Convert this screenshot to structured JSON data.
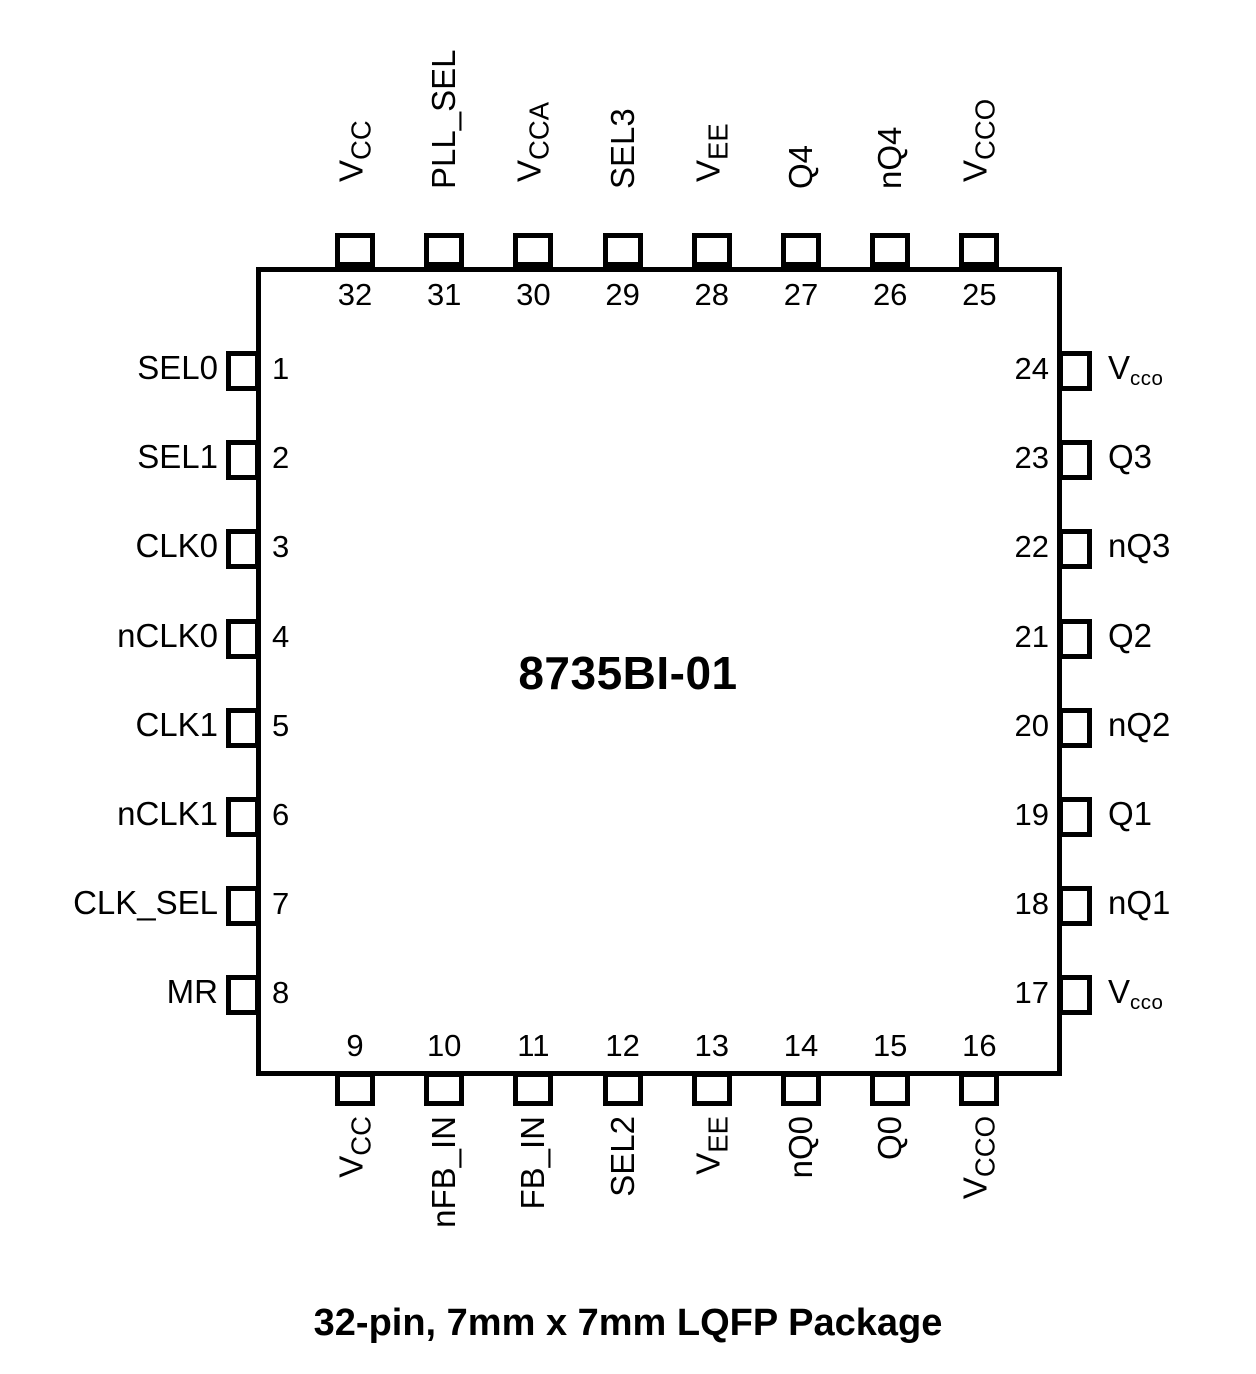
{
  "diagram": {
    "part_number": "8735BI-01",
    "caption": "32-pin, 7mm x 7mm LQFP Package"
  },
  "colors": {
    "outline": "#000000",
    "text": "#000000",
    "background": "#ffffff"
  },
  "pins": {
    "left": [
      {
        "number": "1",
        "label": "SEL0",
        "sub": ""
      },
      {
        "number": "2",
        "label": "SEL1",
        "sub": ""
      },
      {
        "number": "3",
        "label": "CLK0",
        "sub": ""
      },
      {
        "number": "4",
        "label": "nCLK0",
        "sub": ""
      },
      {
        "number": "5",
        "label": "CLK1",
        "sub": ""
      },
      {
        "number": "6",
        "label": "nCLK1",
        "sub": ""
      },
      {
        "number": "7",
        "label": "CLK_SEL",
        "sub": ""
      },
      {
        "number": "8",
        "label": "MR",
        "sub": ""
      }
    ],
    "bottom": [
      {
        "number": "9",
        "label": "V",
        "sub": "CC"
      },
      {
        "number": "10",
        "label": "nFB_IN",
        "sub": ""
      },
      {
        "number": "11",
        "label": "FB_IN",
        "sub": ""
      },
      {
        "number": "12",
        "label": "SEL2",
        "sub": ""
      },
      {
        "number": "13",
        "label": "V",
        "sub": "EE"
      },
      {
        "number": "14",
        "label": "nQ0",
        "sub": ""
      },
      {
        "number": "15",
        "label": "Q0",
        "sub": ""
      },
      {
        "number": "16",
        "label": "V",
        "sub": "CCO"
      }
    ],
    "right": [
      {
        "number": "17",
        "label": "V",
        "sub": "cco"
      },
      {
        "number": "18",
        "label": "nQ1",
        "sub": ""
      },
      {
        "number": "19",
        "label": "Q1",
        "sub": ""
      },
      {
        "number": "20",
        "label": "nQ2",
        "sub": ""
      },
      {
        "number": "21",
        "label": "Q2",
        "sub": ""
      },
      {
        "number": "22",
        "label": "nQ3",
        "sub": ""
      },
      {
        "number": "23",
        "label": "Q3",
        "sub": ""
      },
      {
        "number": "24",
        "label": "V",
        "sub": "cco"
      }
    ],
    "top": [
      {
        "number": "25",
        "label": "V",
        "sub": "CCO"
      },
      {
        "number": "26",
        "label": "nQ4",
        "sub": ""
      },
      {
        "number": "27",
        "label": "Q4",
        "sub": ""
      },
      {
        "number": "28",
        "label": "V",
        "sub": "EE"
      },
      {
        "number": "29",
        "label": "SEL3",
        "sub": ""
      },
      {
        "number": "30",
        "label": "V",
        "sub": "CCA"
      },
      {
        "number": "31",
        "label": "PLL_SEL",
        "sub": ""
      },
      {
        "number": "32",
        "label": "V",
        "sub": "CC"
      }
    ]
  }
}
